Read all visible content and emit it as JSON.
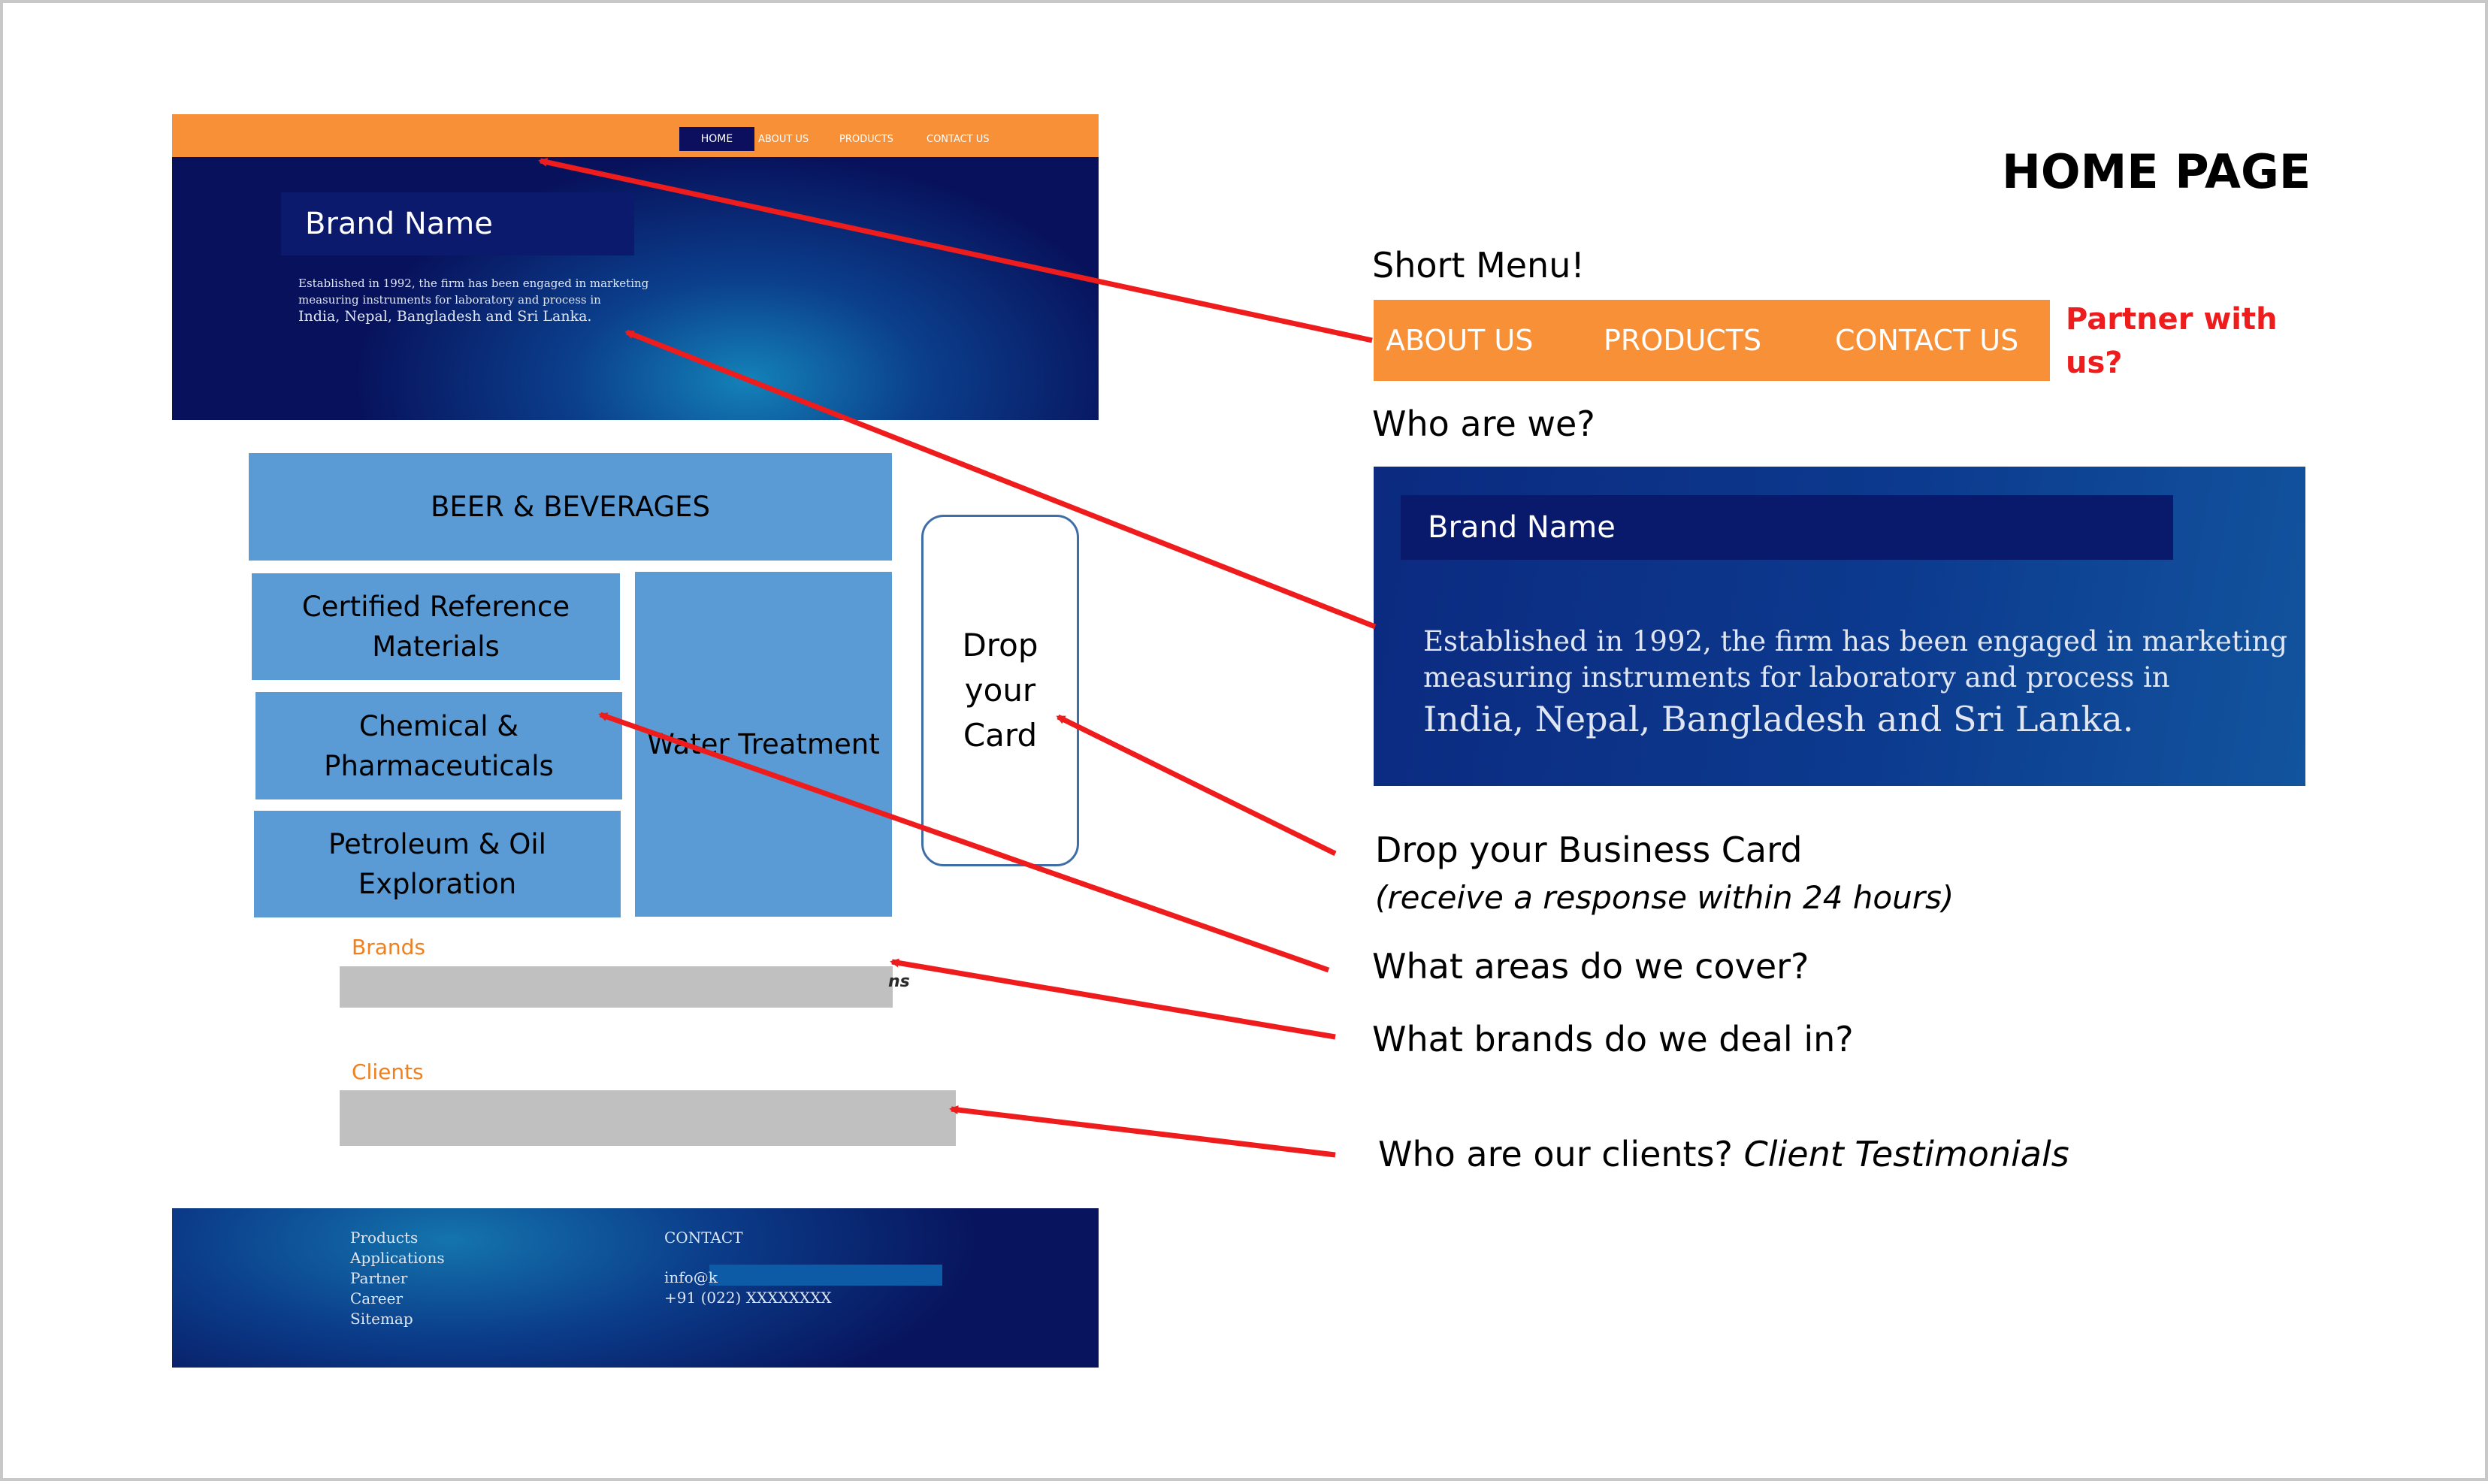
{
  "page_title": "HOME PAGE",
  "mockup": {
    "nav": {
      "home": "HOME",
      "about": "ABOUT US",
      "products": "PRODUCTS",
      "contact": "CONTACT US"
    },
    "hero": {
      "brand": "Brand Name",
      "text_line1": "Established in 1992, the firm has been engaged in marketing",
      "text_line2": "measuring instruments for laboratory and process in",
      "text_line3": "India, Nepal, Bangladesh and Sri Lanka."
    },
    "areas": {
      "beer": "BEER & BEVERAGES",
      "crm": "Certified Reference Materials",
      "chemical": "Chemical & Pharmaceuticals",
      "petroleum": "Petroleum & Oil Exploration",
      "water": "Water Treatment"
    },
    "drop_card": "Drop your Card",
    "brands_label": "Brands",
    "brands_logo_fragment": "ns",
    "clients_label": "Clients",
    "footer": {
      "links": [
        "Products",
        "Applications",
        "Partner",
        "Career",
        "Sitemap"
      ],
      "contact_heading": "CONTACT",
      "email": "info@k",
      "phone": "+91 (022) XXXXXXXX"
    }
  },
  "annotations": {
    "short_menu": "Short Menu!",
    "menu_items": [
      "ABOUT US",
      "PRODUCTS",
      "CONTACT US"
    ],
    "partner": "Partner with us?",
    "who_are_we": "Who are we?",
    "who_brand": "Brand Name",
    "who_text_line1": "Established in 1992, the firm has been engaged in marketing",
    "who_text_line2": "measuring instruments for laboratory and process in",
    "who_text_line3": "India, Nepal, Bangladesh and Sri Lanka.",
    "drop_business_card": "Drop your Business Card",
    "response_note": "(receive a response within 24 hours)",
    "areas_question": "What areas do we cover?",
    "brands_question": "What brands do we deal in?",
    "clients_question": "Who are our clients?",
    "client_testimonials": "Client Testimonials"
  },
  "colors": {
    "orange": "#f79036",
    "tile_blue": "#5b9bd5",
    "navy": "#0c0e5e",
    "arrow_red": "#ee1c1c",
    "label_orange": "#f07f1e"
  }
}
